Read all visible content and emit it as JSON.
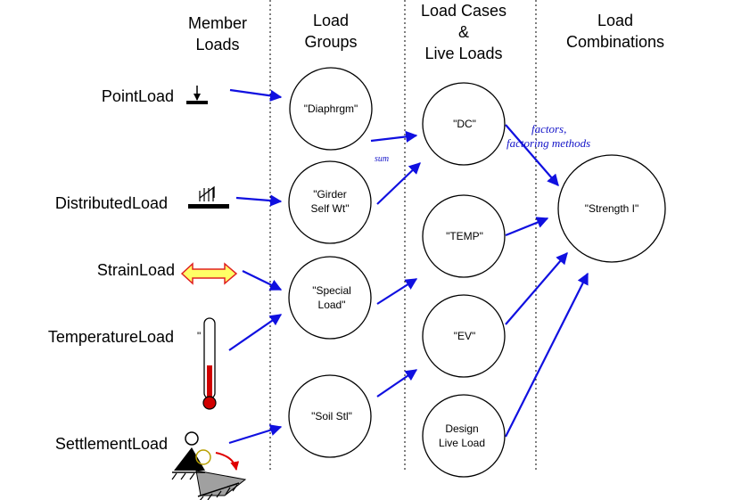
{
  "headers": {
    "member_loads": [
      "Member",
      "Loads"
    ],
    "load_groups": [
      "Load",
      "Groups"
    ],
    "load_cases": [
      "Load Cases",
      "&",
      "Live Loads"
    ],
    "load_combinations": [
      "Load",
      "Combinations"
    ]
  },
  "member_loads": [
    {
      "label": "PointLoad",
      "icon": "point-load-icon"
    },
    {
      "label": "DistributedLoad",
      "icon": "distributed-load-icon"
    },
    {
      "label": "StrainLoad",
      "icon": "strain-load-icon"
    },
    {
      "label": "TemperatureLoad",
      "icon": "thermometer-icon"
    },
    {
      "label": "SettlementLoad",
      "icon": "settlement-icon"
    }
  ],
  "load_groups": [
    {
      "lines": [
        "\"Diaphrgm\""
      ]
    },
    {
      "lines": [
        "\"Girder",
        "Self Wt\""
      ]
    },
    {
      "lines": [
        "\"Special",
        "Load\""
      ]
    },
    {
      "lines": [
        "\"Soil Stl\""
      ]
    }
  ],
  "load_cases": [
    {
      "lines": [
        "\"DC\""
      ]
    },
    {
      "lines": [
        "\"TEMP\""
      ]
    },
    {
      "lines": [
        "\"EV\""
      ]
    },
    {
      "lines": [
        "Design",
        "Live Load"
      ]
    }
  ],
  "load_combinations": [
    {
      "lines": [
        "\"Strength I\""
      ]
    }
  ],
  "annotations": {
    "sum": "sum",
    "factors": [
      "factors,",
      "factoring methods"
    ],
    "thermometer_tick": "\""
  },
  "colors": {
    "arrow": "#1010e0",
    "annotation": "#1414c8",
    "strain_fill": "#ffff66",
    "strain_stroke": "#e02020",
    "thermometer_fill": "#d00000",
    "settlement_arrow": "#e00000",
    "ground_fill": "#a0a0a0"
  }
}
